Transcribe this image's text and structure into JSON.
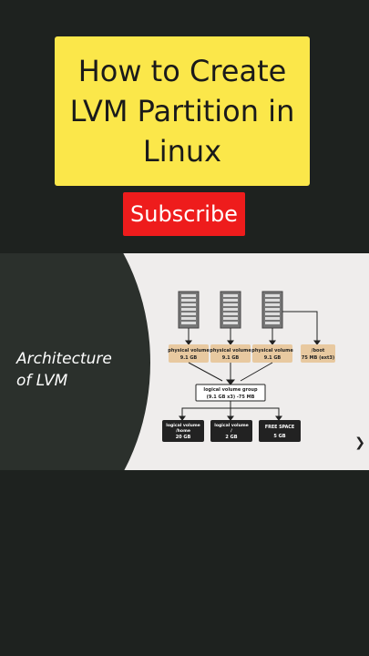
{
  "title": {
    "line1": "How to Create",
    "line2": "LVM Partition in",
    "line3": "Linux"
  },
  "subscribe_label": "Subscribe",
  "slide": {
    "heading_line1": "Architecture",
    "heading_line2": "of LVM"
  },
  "diagram": {
    "physical_volumes": [
      {
        "label": "physical volume",
        "size": "9.1 GB"
      },
      {
        "label": "physical volume",
        "size": "9.1 GB"
      },
      {
        "label": "physical volume",
        "size": "9.1 GB"
      }
    ],
    "boot": {
      "label": "/boot",
      "size": "75 MB (ext3)"
    },
    "volume_group": {
      "label": "logical volume group",
      "size": "(9.1 GB x3) -75 MB"
    },
    "logical_volumes": [
      {
        "label": "logical volume",
        "mount": "/home",
        "size": "20 GB"
      },
      {
        "label": "logical volume",
        "mount": "/",
        "size": "2 GB"
      },
      {
        "label": "FREE SPACE",
        "mount": "",
        "size": "5 GB"
      }
    ]
  },
  "colors": {
    "background": "#1e221f",
    "title_bg": "#fbe74a",
    "subscribe_bg": "#ee1c1c",
    "slide_bg": "#efedec",
    "slide_dark": "#2b302c",
    "pv_fill": "#e8c9a0",
    "lv_fill": "#222222"
  }
}
